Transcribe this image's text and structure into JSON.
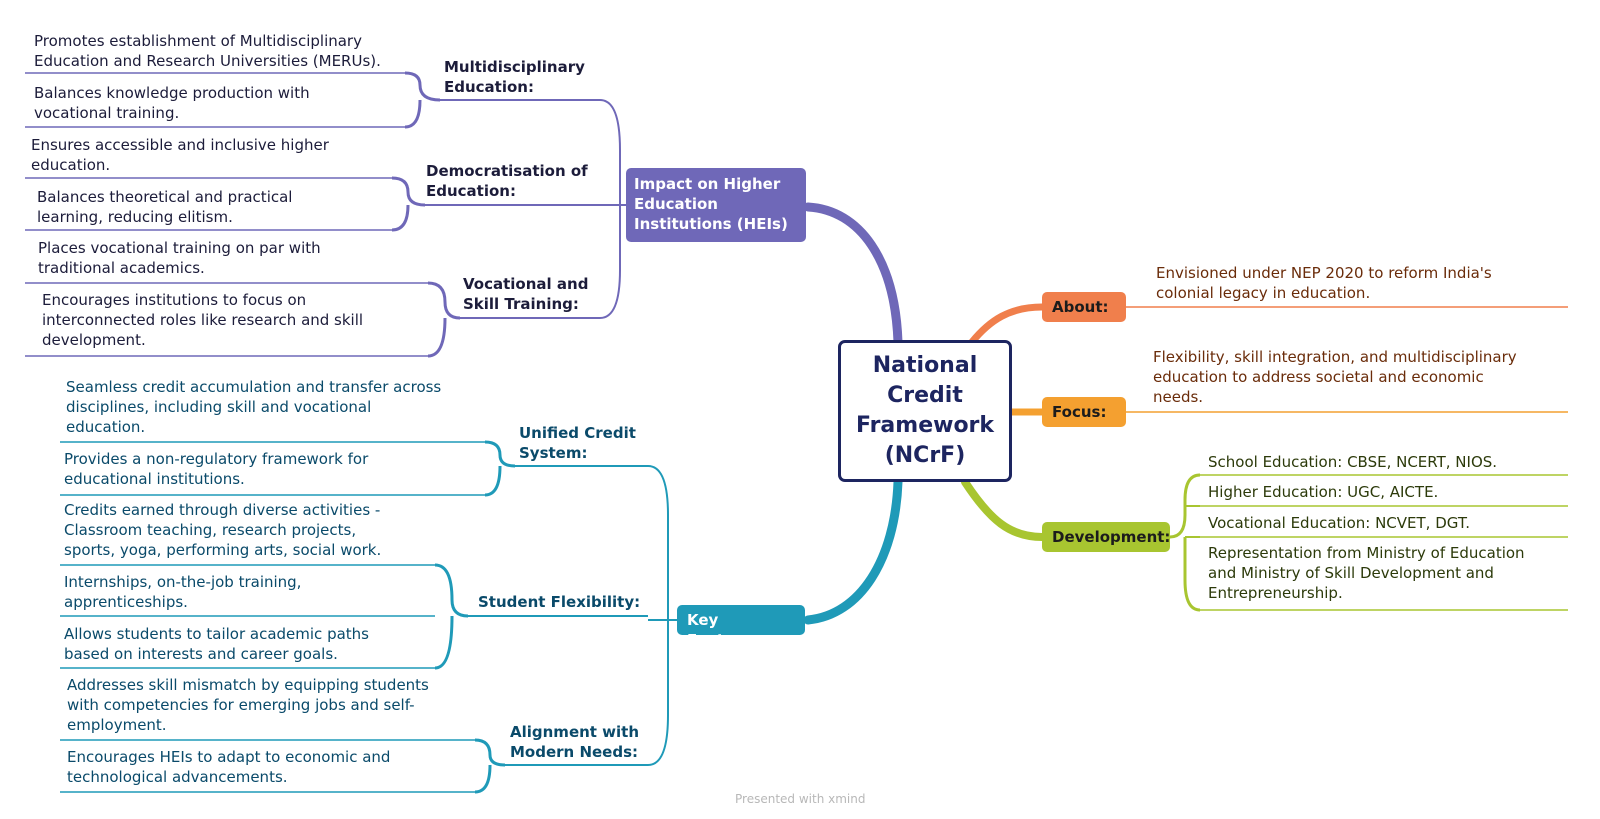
{
  "central": {
    "title": "National\nCredit\nFramework\n(NCrF)"
  },
  "colors": {
    "central_border": "#1d2560",
    "impact": "#6f68b8",
    "key": "#1f9ab8",
    "about": "#f07f4c",
    "focus": "#f4a030",
    "development": "#a8c530",
    "impact_text": "#1c1c3a",
    "key_text": "#0a4a6a",
    "right_text": "#6a2c0a",
    "development_text": "#2c3a0a"
  },
  "branches": {
    "impact": {
      "label": "Impact on Higher\nEducation\nInstitutions (HEIs)",
      "subs": [
        {
          "label": "Multidisciplinary\nEducation:",
          "leaves": [
            "Promotes establishment of Multidisciplinary\nEducation and Research Universities (MERUs).",
            "Balances knowledge production with\nvocational training."
          ]
        },
        {
          "label": "Democratisation of\nEducation:",
          "leaves": [
            "Ensures accessible and inclusive higher\neducation.",
            "Balances theoretical and practical\nlearning, reducing elitism."
          ]
        },
        {
          "label": "Vocational and\nSkill Training:",
          "leaves": [
            "Places vocational training on par with\ntraditional academics.",
            "Encourages institutions to focus on\ninterconnected roles like research and skill\ndevelopment."
          ]
        }
      ]
    },
    "key": {
      "label": "Key Features",
      "subs": [
        {
          "label": "Unified Credit\nSystem:",
          "leaves": [
            "Seamless credit accumulation and transfer across\ndisciplines, including skill and vocational\neducation.",
            "Provides a non-regulatory framework for\neducational institutions."
          ]
        },
        {
          "label": "Student Flexibility:",
          "leaves": [
            "Credits earned through diverse activities -\nClassroom teaching, research projects,\nsports, yoga, performing arts, social work.",
            "Internships, on-the-job training,\napprenticeships.",
            "Allows students to tailor academic paths\nbased on interests and career goals."
          ]
        },
        {
          "label": "Alignment with\nModern Needs:",
          "leaves": [
            "Addresses skill mismatch by equipping students\nwith competencies for emerging jobs and self-\nemployment.",
            "Encourages HEIs to adapt to economic and\ntechnological advancements."
          ]
        }
      ]
    },
    "about": {
      "label": "About:",
      "leaves": [
        "Envisioned under NEP 2020 to reform India's\ncolonial legacy in education."
      ]
    },
    "focus": {
      "label": "Focus:",
      "leaves": [
        "Flexibility, skill integration, and multidisciplinary\neducation to address societal and economic\nneeds."
      ]
    },
    "development": {
      "label": "Development:",
      "leaves": [
        "School Education: CBSE, NCERT, NIOS.",
        "Higher Education: UGC, AICTE.",
        "Vocational Education: NCVET, DGT.",
        "Representation from Ministry of Education\nand Ministry of Skill Development and\nEntrepreneurship."
      ]
    }
  },
  "footer": "Presented with xmind"
}
